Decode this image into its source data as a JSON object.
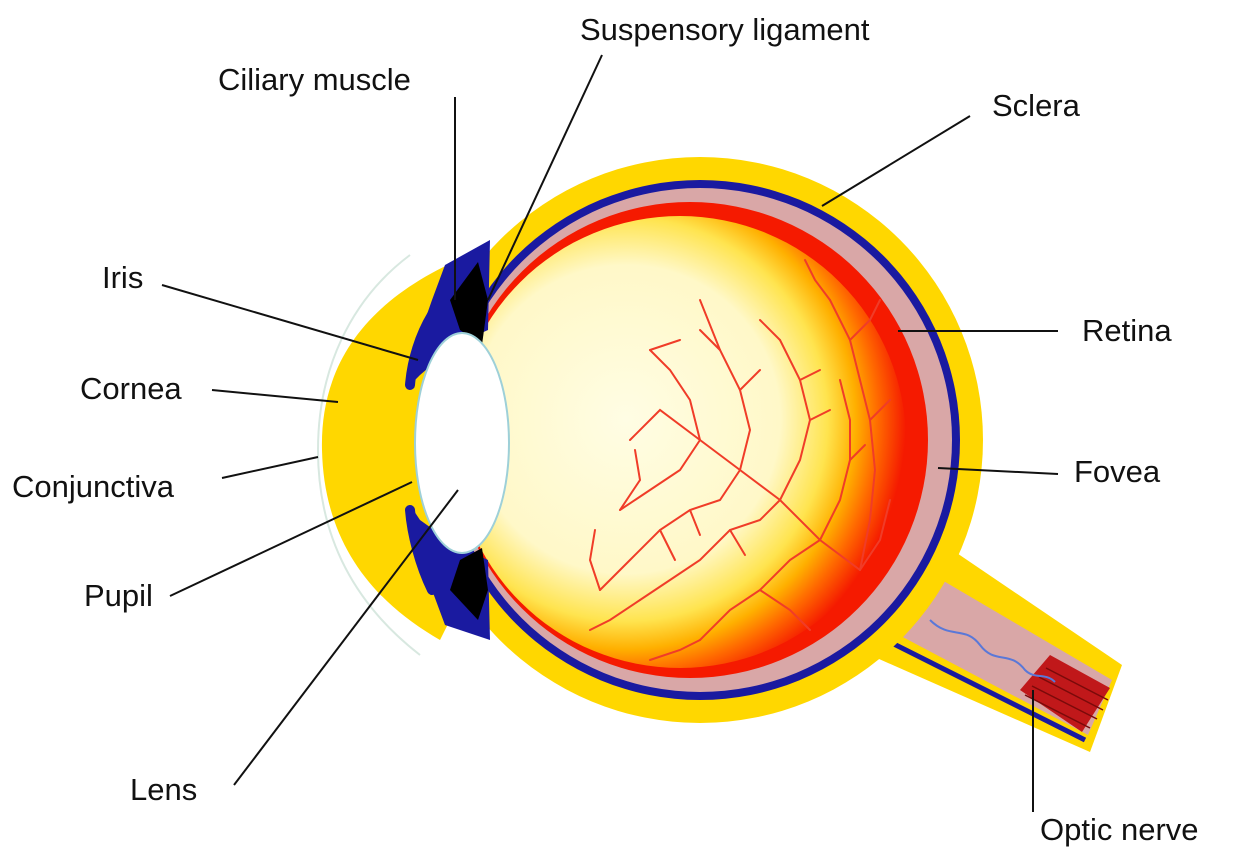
{
  "labels": {
    "suspensory_ligament": "Suspensory ligament",
    "ciliary_muscle": "Ciliary muscle",
    "sclera": "Sclera",
    "iris": "Iris",
    "retina": "Retina",
    "cornea": "Cornea",
    "fovea": "Fovea",
    "conjunctiva": "Conjunctiva",
    "pupil": "Pupil",
    "lens": "Lens",
    "optic_nerve": "Optic nerve"
  },
  "colors": {
    "sclera": "#FFD700",
    "choroid": "#1A1AA0",
    "retina_inner": "#D8A8A8",
    "retina_red": "#F51A00",
    "orange": "#FF8C00",
    "yellow": "#FFE24A",
    "cream": "#FFFBDA",
    "vessel": "#F03C28",
    "nerve_fiber": "#C0181A",
    "black": "#000000",
    "background": "#FFFFFF"
  }
}
